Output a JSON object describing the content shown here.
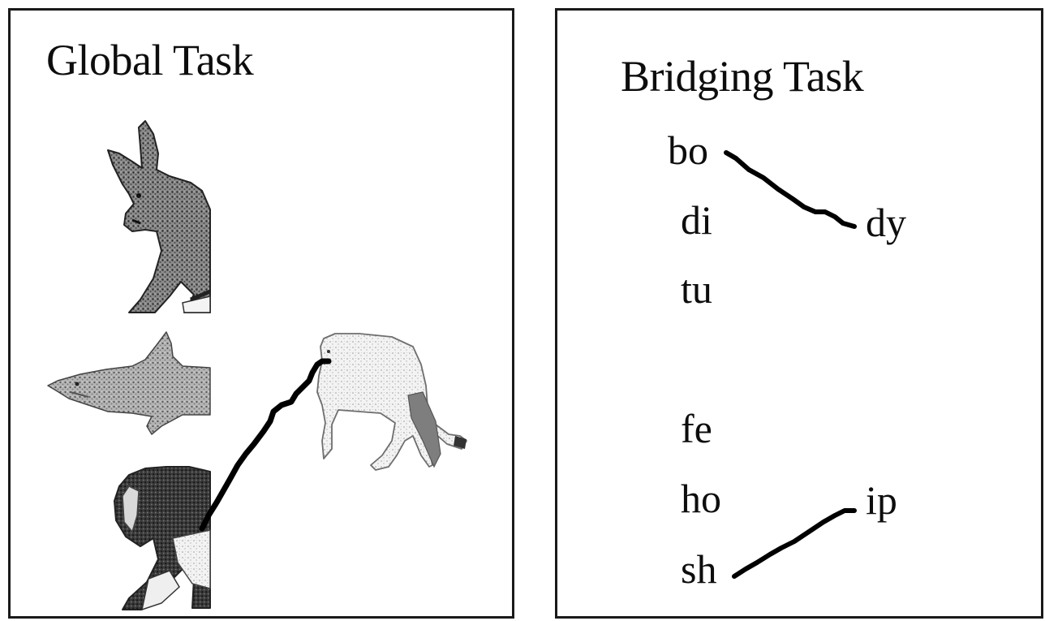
{
  "global_task": {
    "title": "Global Task",
    "pictures": [
      {
        "name": "donkey"
      },
      {
        "name": "shark"
      },
      {
        "name": "lion"
      },
      {
        "name": "lioness"
      }
    ]
  },
  "bridging_task": {
    "title": "Bridging Task",
    "left_syllables": [
      "bo",
      "di",
      "tu",
      "fe",
      "ho",
      "sh"
    ],
    "right_syllables": [
      "dy",
      "ip"
    ]
  },
  "colors": {
    "ink": "#0d0d0d",
    "border": "#1a1a1a",
    "background": "#ffffff"
  }
}
